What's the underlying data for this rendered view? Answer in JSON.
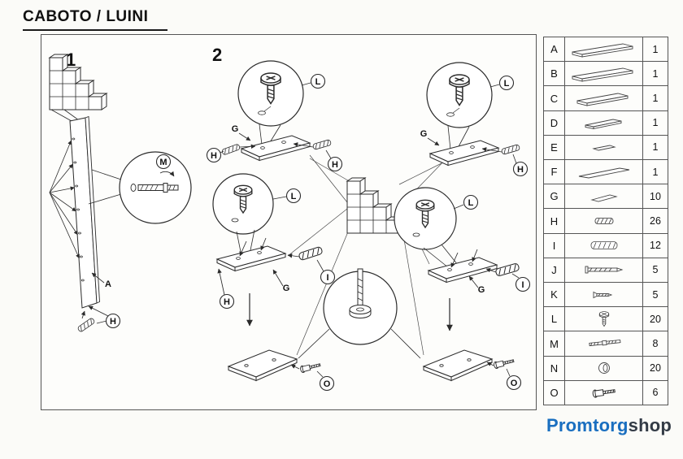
{
  "title": "CABOTO / LUINI",
  "drawing": {
    "labels": {
      "step1": "1",
      "step2": "2",
      "A": "A",
      "G": "G",
      "H": "H",
      "I": "I",
      "L": "L",
      "M": "M",
      "O": "O"
    }
  },
  "parts_table": {
    "rows": [
      {
        "letter": "A",
        "icon": "panel-long",
        "qty": "1"
      },
      {
        "letter": "B",
        "icon": "panel-long2",
        "qty": "1"
      },
      {
        "letter": "C",
        "icon": "panel-med",
        "qty": "1"
      },
      {
        "letter": "D",
        "icon": "panel-short",
        "qty": "1"
      },
      {
        "letter": "E",
        "icon": "panel-tiny",
        "qty": "1"
      },
      {
        "letter": "F",
        "icon": "panel-flat",
        "qty": "1"
      },
      {
        "letter": "G",
        "icon": "panel-small-flat",
        "qty": "10"
      },
      {
        "letter": "H",
        "icon": "dowel-small",
        "qty": "26"
      },
      {
        "letter": "I",
        "icon": "dowel-large",
        "qty": "12"
      },
      {
        "letter": "J",
        "icon": "screw-long",
        "qty": "5"
      },
      {
        "letter": "K",
        "icon": "screw-short",
        "qty": "5"
      },
      {
        "letter": "L",
        "icon": "cam-screw",
        "qty": "20"
      },
      {
        "letter": "M",
        "icon": "bolt",
        "qty": "8"
      },
      {
        "letter": "N",
        "icon": "cam-lock",
        "qty": "20"
      },
      {
        "letter": "O",
        "icon": "leg-bolt",
        "qty": "6"
      }
    ]
  },
  "logo": {
    "primary": "Promtorg",
    "secondary": "shop"
  }
}
